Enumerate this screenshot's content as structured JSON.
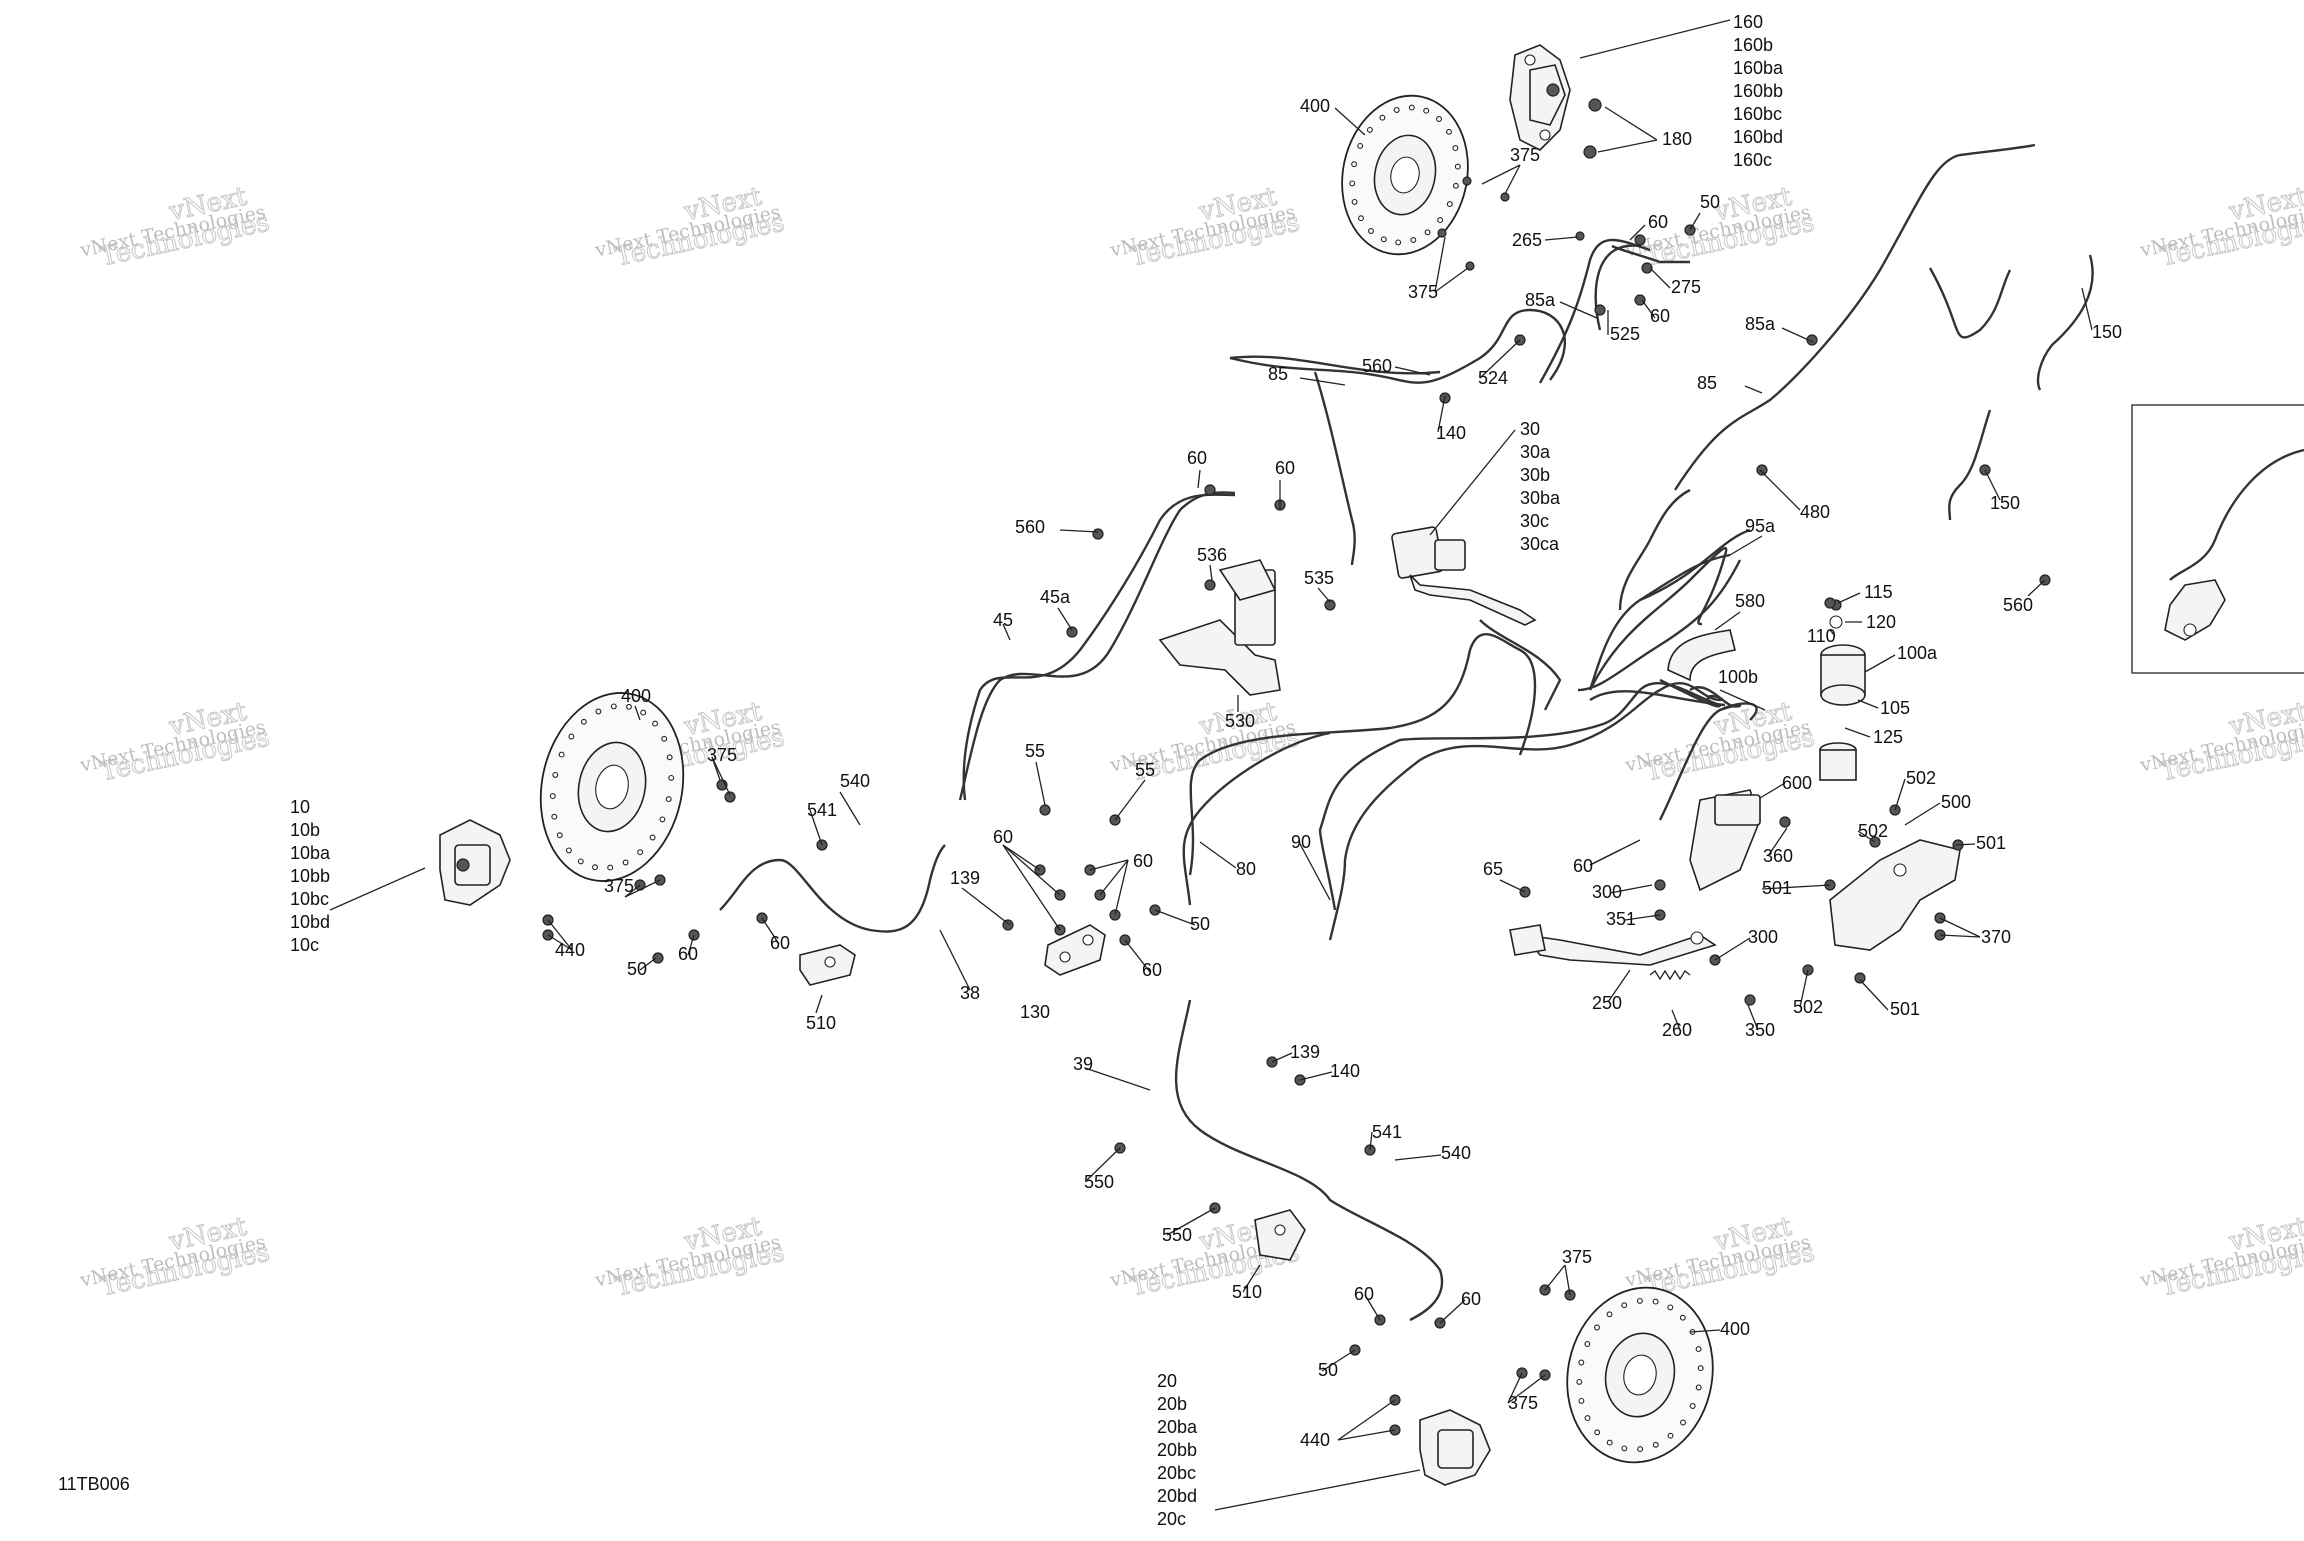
{
  "diagram_code": "11TB006",
  "watermark": {
    "line1": "vNext",
    "line2": "Technologies",
    "full": "vNext Technologies"
  },
  "labels": [
    {
      "id": "160",
      "text": "160"
    },
    {
      "id": "160b",
      "text": "160b"
    },
    {
      "id": "160ba",
      "text": "160ba"
    },
    {
      "id": "160bb",
      "text": "160bb"
    },
    {
      "id": "160bc",
      "text": "160bc"
    },
    {
      "id": "160bd",
      "text": "160bd"
    },
    {
      "id": "160c",
      "text": "160c"
    },
    {
      "id": "400_top",
      "text": "400"
    },
    {
      "id": "375_top",
      "text": "375"
    },
    {
      "id": "180",
      "text": "180"
    },
    {
      "id": "265",
      "text": "265"
    },
    {
      "id": "60_a",
      "text": "60"
    },
    {
      "id": "50_a",
      "text": "50"
    },
    {
      "id": "275",
      "text": "275"
    },
    {
      "id": "60_b",
      "text": "60"
    },
    {
      "id": "375_b",
      "text": "375"
    },
    {
      "id": "85a_a",
      "text": "85a"
    },
    {
      "id": "525",
      "text": "525"
    },
    {
      "id": "524",
      "text": "524"
    },
    {
      "id": "560_a",
      "text": "560"
    },
    {
      "id": "85_a",
      "text": "85"
    },
    {
      "id": "140_a",
      "text": "140"
    },
    {
      "id": "85a_b",
      "text": "85a"
    },
    {
      "id": "85_b",
      "text": "85"
    },
    {
      "id": "480",
      "text": "480"
    },
    {
      "id": "150_a",
      "text": "150"
    },
    {
      "id": "150_b",
      "text": "150"
    },
    {
      "id": "560_b",
      "text": "560"
    },
    {
      "id": "30",
      "text": "30"
    },
    {
      "id": "30a",
      "text": "30a"
    },
    {
      "id": "30b",
      "text": "30b"
    },
    {
      "id": "30ba",
      "text": "30ba"
    },
    {
      "id": "30c",
      "text": "30c"
    },
    {
      "id": "30ca",
      "text": "30ca"
    },
    {
      "id": "60_c",
      "text": "60"
    },
    {
      "id": "60_d",
      "text": "60"
    },
    {
      "id": "560_c",
      "text": "560"
    },
    {
      "id": "536",
      "text": "536"
    },
    {
      "id": "535",
      "text": "535"
    },
    {
      "id": "45a",
      "text": "45a"
    },
    {
      "id": "45",
      "text": "45"
    },
    {
      "id": "530",
      "text": "530"
    },
    {
      "id": "95a",
      "text": "95a"
    },
    {
      "id": "580",
      "text": "580"
    },
    {
      "id": "115",
      "text": "115"
    },
    {
      "id": "120",
      "text": "120"
    },
    {
      "id": "110",
      "text": "110"
    },
    {
      "id": "100a",
      "text": "100a"
    },
    {
      "id": "100b",
      "text": "100b"
    },
    {
      "id": "105",
      "text": "105"
    },
    {
      "id": "125",
      "text": "125"
    },
    {
      "id": "600",
      "text": "600"
    },
    {
      "id": "502_a",
      "text": "502"
    },
    {
      "id": "500",
      "text": "500"
    },
    {
      "id": "502_b",
      "text": "502"
    },
    {
      "id": "501_a",
      "text": "501"
    },
    {
      "id": "360",
      "text": "360"
    },
    {
      "id": "501_b",
      "text": "501"
    },
    {
      "id": "370",
      "text": "370"
    },
    {
      "id": "60_e",
      "text": "60"
    },
    {
      "id": "300_a",
      "text": "300"
    },
    {
      "id": "351",
      "text": "351"
    },
    {
      "id": "300_b",
      "text": "300"
    },
    {
      "id": "65",
      "text": "65"
    },
    {
      "id": "250",
      "text": "250"
    },
    {
      "id": "260",
      "text": "260"
    },
    {
      "id": "350",
      "text": "350"
    },
    {
      "id": "502_c",
      "text": "502"
    },
    {
      "id": "501_c",
      "text": "501"
    },
    {
      "id": "400_left",
      "text": "400"
    },
    {
      "id": "375_c",
      "text": "375"
    },
    {
      "id": "540_a",
      "text": "540"
    },
    {
      "id": "541_a",
      "text": "541"
    },
    {
      "id": "10",
      "text": "10"
    },
    {
      "id": "10b",
      "text": "10b"
    },
    {
      "id": "10ba",
      "text": "10ba"
    },
    {
      "id": "10bb",
      "text": "10bb"
    },
    {
      "id": "10bc",
      "text": "10bc"
    },
    {
      "id": "10bd",
      "text": "10bd"
    },
    {
      "id": "10c",
      "text": "10c"
    },
    {
      "id": "375_d",
      "text": "375"
    },
    {
      "id": "440_a",
      "text": "440"
    },
    {
      "id": "50_b",
      "text": "50"
    },
    {
      "id": "60_f",
      "text": "60"
    },
    {
      "id": "60_g",
      "text": "60"
    },
    {
      "id": "510_a",
      "text": "510"
    },
    {
      "id": "38",
      "text": "38"
    },
    {
      "id": "55_a",
      "text": "55"
    },
    {
      "id": "55_b",
      "text": "55"
    },
    {
      "id": "60_h",
      "text": "60"
    },
    {
      "id": "60_i",
      "text": "60"
    },
    {
      "id": "139_a",
      "text": "139"
    },
    {
      "id": "50_c",
      "text": "50"
    },
    {
      "id": "60_j",
      "text": "60"
    },
    {
      "id": "130",
      "text": "130"
    },
    {
      "id": "80",
      "text": "80"
    },
    {
      "id": "90",
      "text": "90"
    },
    {
      "id": "39",
      "text": "39"
    },
    {
      "id": "139_b",
      "text": "139"
    },
    {
      "id": "140_b",
      "text": "140"
    },
    {
      "id": "550_a",
      "text": "550"
    },
    {
      "id": "541_b",
      "text": "541"
    },
    {
      "id": "540_b",
      "text": "540"
    },
    {
      "id": "550_b",
      "text": "550"
    },
    {
      "id": "510_b",
      "text": "510"
    },
    {
      "id": "60_k",
      "text": "60"
    },
    {
      "id": "60_l",
      "text": "60"
    },
    {
      "id": "375_e",
      "text": "375"
    },
    {
      "id": "400_bottom",
      "text": "400"
    },
    {
      "id": "50_d",
      "text": "50"
    },
    {
      "id": "375_f",
      "text": "375"
    },
    {
      "id": "440_b",
      "text": "440"
    },
    {
      "id": "20",
      "text": "20"
    },
    {
      "id": "20b",
      "text": "20b"
    },
    {
      "id": "20ba",
      "text": "20ba"
    },
    {
      "id": "20bb",
      "text": "20bb"
    },
    {
      "id": "20bc",
      "text": "20bc"
    },
    {
      "id": "20bd",
      "text": "20bd"
    },
    {
      "id": "20c",
      "text": "20c"
    }
  ]
}
